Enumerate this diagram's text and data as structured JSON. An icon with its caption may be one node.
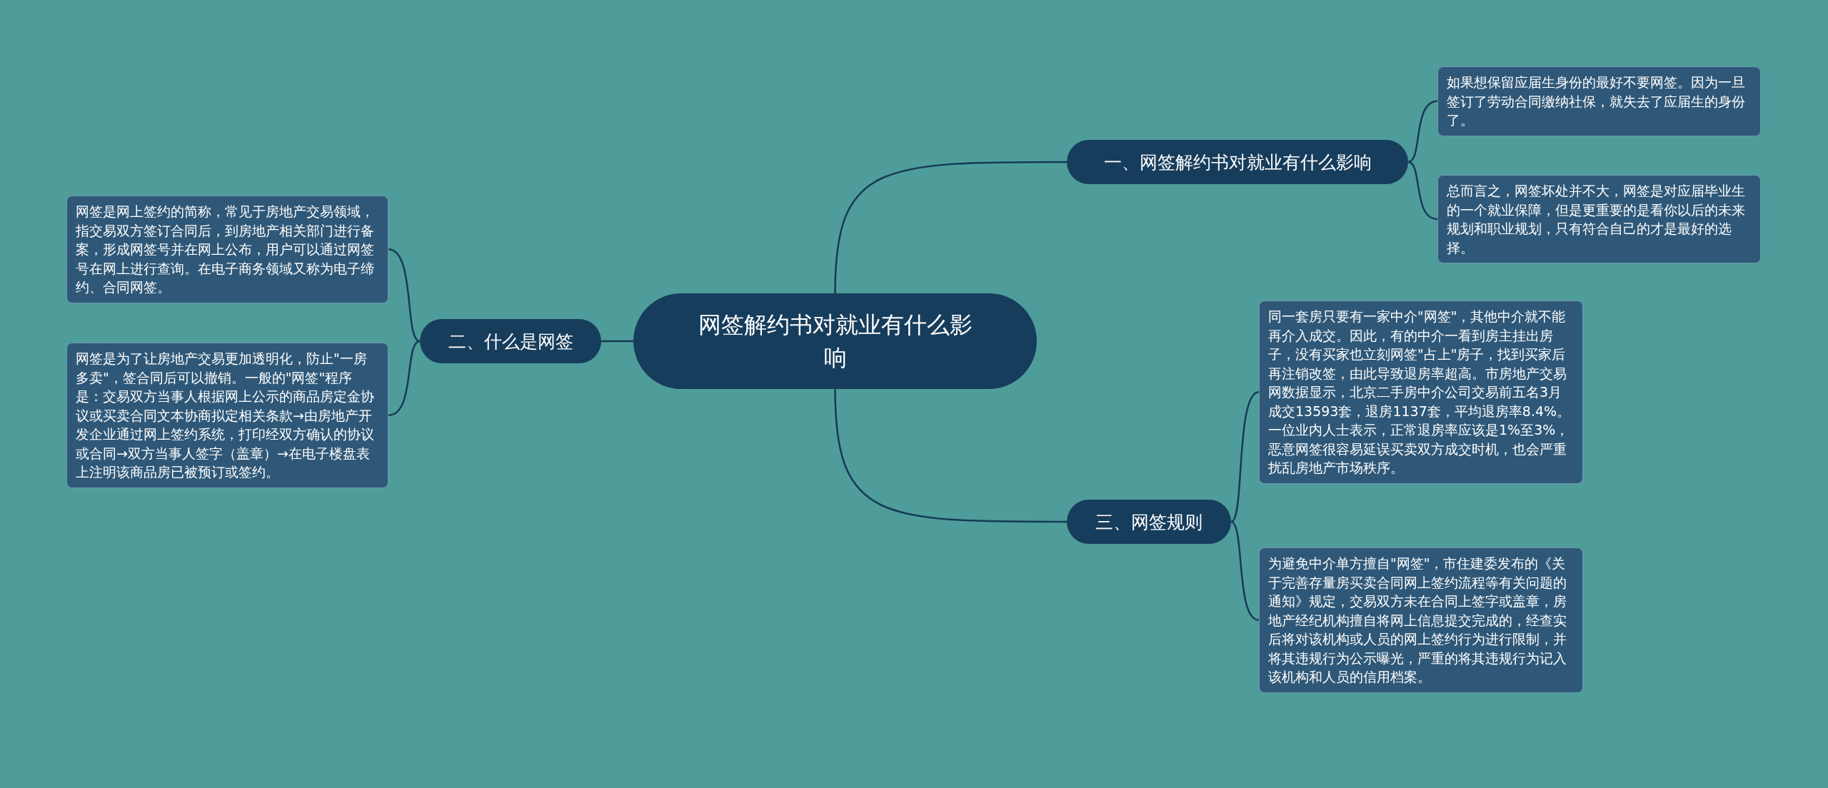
{
  "diagram": {
    "nodes": [
      {
        "text": [
          "网签解约书对就业有什么影响"
        ]
      },
      {
        "text": [
          "一、网签解约书对就业有什么影响"
        ]
      },
      {
        "text": [
          "如果想保留应届生身份的最好不要网签。因为一旦签订了劳动合同缴纳社保，就失去了应届生的身份了。"
        ]
      },
      {
        "text": [
          "总而言之，网签坏处并不大，网签是对应届毕业生的一个就业保障，但是更重要的是看你以后的未来规划和职业规划，只有符合自己的才是最好的选择。"
        ]
      },
      {
        "text": [
          "二、什么是网签"
        ]
      },
      {
        "text": [
          "网签是网上签约的简称，常见于房地产交易领域，指交易双方签订合同后，到房地产相关部门进行备案，形成网签号并在网上公布，用户可以通过网签号在网上进行查询。在电子商务领域又称为电子缔约、合同网签。"
        ]
      },
      {
        "text": [
          "网签是为了让房地产交易更加透明化，防止\"一房多卖\"，签合同后可以撤销。一般的\"网签\"程序是：交易双方当事人根据网上公示的商品房定金协议或买卖合同文本协商拟定相关条款→由房地产开发企业通过网上签约系统，打印经双方确认的协议或合同→双方当事人签字（盖章）→在电子楼盘表上注明该商品房已被预订或签约。"
        ]
      },
      {
        "text": [
          "三、网签规则"
        ]
      },
      {
        "text": [
          "同一套房只要有一家中介\"网签\"，其他中介就不能再介入成交。因此，有的中介一看到房主挂出房子，没有买家也立刻网签\"占上\"房子，找到买家后再注销改签，由此导致退房率超高。市房地产交易网数据显示，北京二手房中介公司交易前五名3月成交13593套，退房1137套，平均退房率8.4%。一位业内人士表示，正常退房率应该是1%至3%，恶意网签很容易延误买卖双方成交时机，也会严重扰乱房地产市场秩序。"
        ]
      },
      {
        "text": [
          "为避免中介单方擅自\"网签\"，市住建委发布的《关于完善存量房买卖合同网上签约流程等有关问题的通知》规定，交易双方未在合同上签字或盖章，房地产经纪机构擅自将网上信息提交完成的，经查实后将对该机构或人员的网上签约行为进行限制，并将其违规行为公示曝光，严重的将其违规行为记入该机构和人员的信用档案。"
        ]
      }
    ],
    "edges": [
      {
        "from": 0,
        "to": 1,
        "arrow": "none"
      },
      {
        "from": 1,
        "to": 2,
        "arrow": "none"
      },
      {
        "from": 1,
        "to": 3,
        "arrow": "none"
      },
      {
        "from": 0,
        "to": 4,
        "arrow": "none"
      },
      {
        "from": 4,
        "to": 5,
        "arrow": "none"
      },
      {
        "from": 4,
        "to": 6,
        "arrow": "none"
      },
      {
        "from": 0,
        "to": 7,
        "arrow": "none"
      },
      {
        "from": 7,
        "to": 8,
        "arrow": "none"
      },
      {
        "from": 7,
        "to": 9,
        "arrow": "none"
      }
    ]
  }
}
